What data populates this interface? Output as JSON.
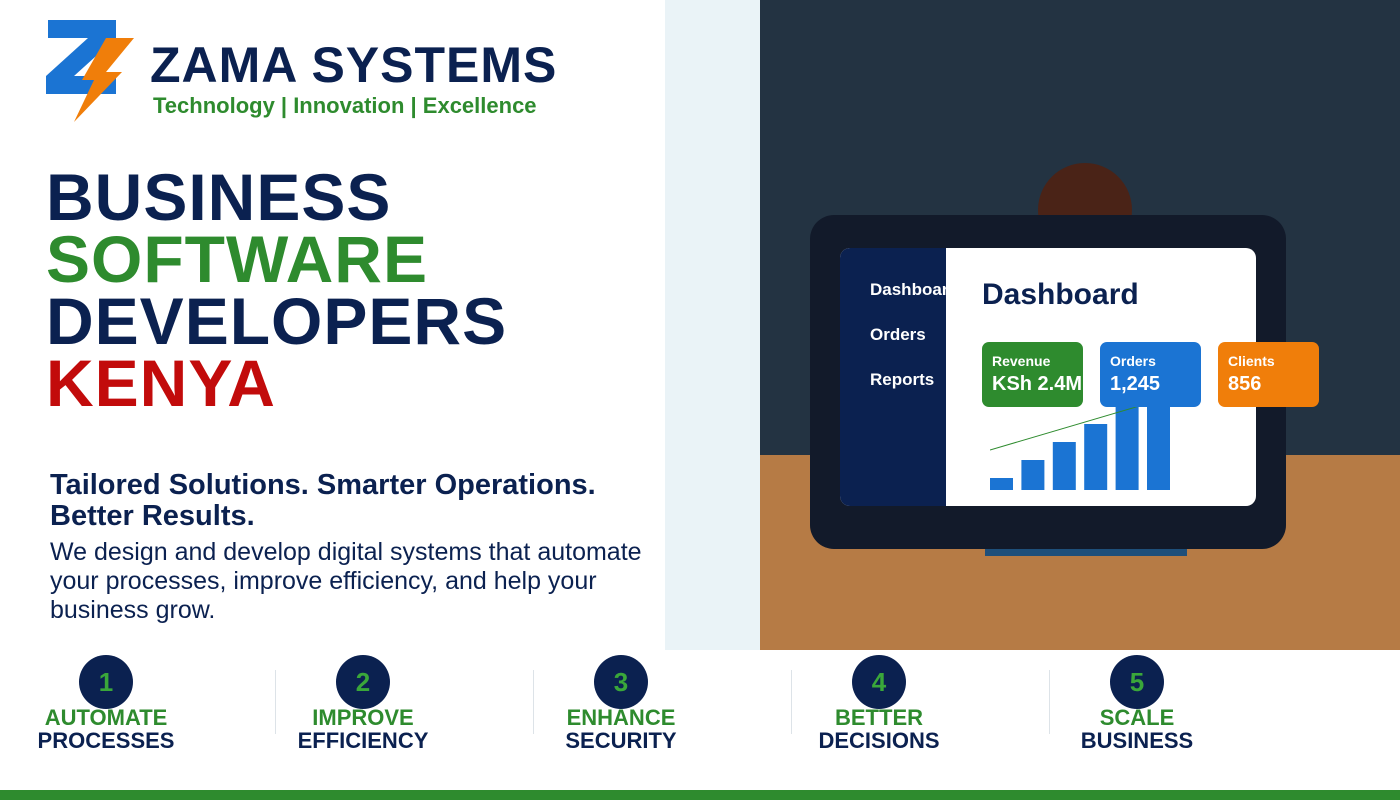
{
  "brand": {
    "name": "ZAMA SYSTEMS",
    "tagline": "Technology | Innovation | Excellence",
    "logo_icon": "z-lightning-logo-icon",
    "colors": {
      "navy": "#0b2150",
      "green": "#2e8b2e",
      "red": "#c20b0b",
      "blue": "#1b74d3",
      "orange": "#f07e0a"
    }
  },
  "headline": {
    "line1": "BUSINESS",
    "line2": "SOFTWARE",
    "line3": "DEVELOPERS",
    "line4": "KENYA"
  },
  "subhead": "Tailored Solutions. Smarter Operations. Better Results.",
  "description": "We design and develop digital systems that automate your processes, improve efficiency, and help your business grow.",
  "dashboard": {
    "title": "Dashboard",
    "nav": [
      "Dashboard",
      "Orders",
      "Reports"
    ],
    "cards": [
      {
        "label": "Revenue",
        "value": "KSh 2.4M",
        "color": "#2e8b2e"
      },
      {
        "label": "Orders",
        "value": "1,245",
        "color": "#1b74d3"
      },
      {
        "label": "Clients",
        "value": "856",
        "color": "#f07e0a"
      }
    ],
    "chart_bars": [
      12,
      30,
      48,
      66,
      84,
      102
    ]
  },
  "benefits": [
    {
      "number": "1",
      "top": "AUTOMATE",
      "bottom": "PROCESSES"
    },
    {
      "number": "2",
      "top": "IMPROVE",
      "bottom": "EFFICIENCY"
    },
    {
      "number": "3",
      "top": "ENHANCE",
      "bottom": "SECURITY"
    },
    {
      "number": "4",
      "top": "BETTER",
      "bottom": "DECISIONS"
    },
    {
      "number": "5",
      "top": "SCALE",
      "bottom": "BUSINESS"
    }
  ]
}
